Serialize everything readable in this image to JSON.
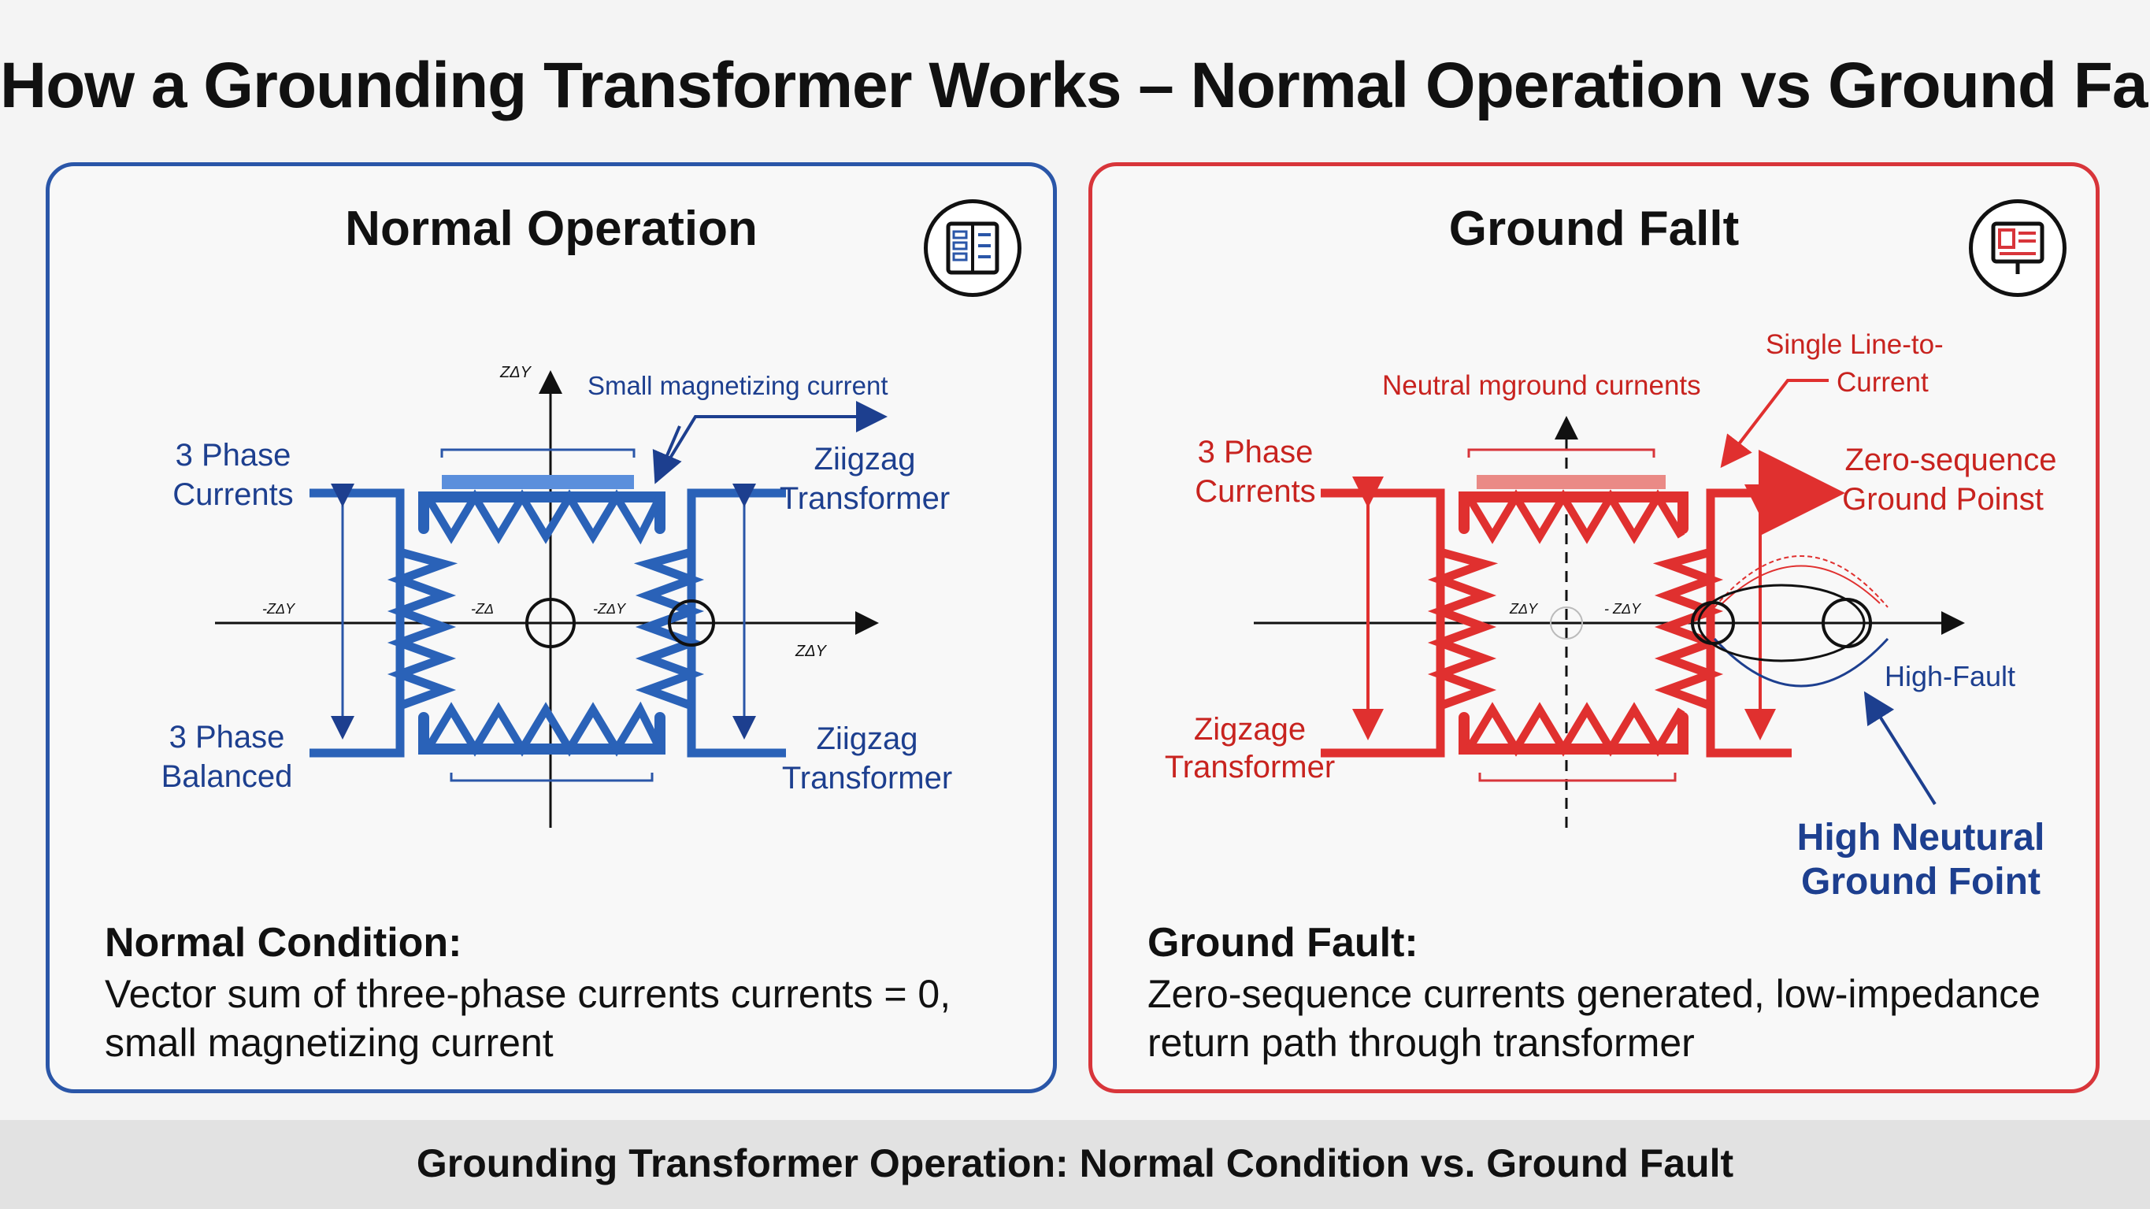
{
  "title": "How a Grounding Transformer Works – Normal Operation vs Ground Fault",
  "footer": "Grounding Transformer Operation: Normal Condition vs. Ground Fault",
  "colors": {
    "normal": "#2a56a8",
    "fault": "#e0302f",
    "text": "#111111",
    "accent_blue": "#1d3f8f"
  },
  "normal": {
    "title": "Normal Operation",
    "icon": "document-list-icon",
    "labels": {
      "left_top": [
        "3 Phase",
        "Currents"
      ],
      "left_bottom": [
        "3 Phase",
        "Balanced"
      ],
      "right_top": [
        "Ziigzag",
        "Transformer"
      ],
      "right_bottom": [
        "Ziigzag",
        "Transformer"
      ],
      "magnetizing": "Small magnetizing current",
      "axis_top": "ZΔY",
      "axis_right": "ZΔY",
      "axis_left": "-ZΔY",
      "axis_inner_left": "-ZΔ",
      "axis_inner_right": "-ZΔY"
    },
    "heading": "Normal Condition:",
    "text": "Vector sum of three-phase currents currents = 0, small magnetizing current"
  },
  "fault": {
    "title": "Ground Fallt",
    "icon": "alert-document-icon",
    "labels": {
      "left_top": [
        "3 Phase",
        "Currents"
      ],
      "left_bottom": [
        "Zigzage",
        "Transformer"
      ],
      "neutral": "Neutral mground curnents",
      "single_line": [
        "Single Line-to-",
        "Current"
      ],
      "zero_seq": [
        "Zero-sequence",
        "Ground Poinst"
      ],
      "high_fault": "High-Fault",
      "high_neutral": [
        "High Neutural",
        "Ground Foint"
      ],
      "axis_inner_left": "ZΔY",
      "axis_inner_right": "- ZΔY"
    },
    "heading": "Ground Fault:",
    "text": "Zero-sequence currents generated, low-impedance return path through transformer"
  }
}
